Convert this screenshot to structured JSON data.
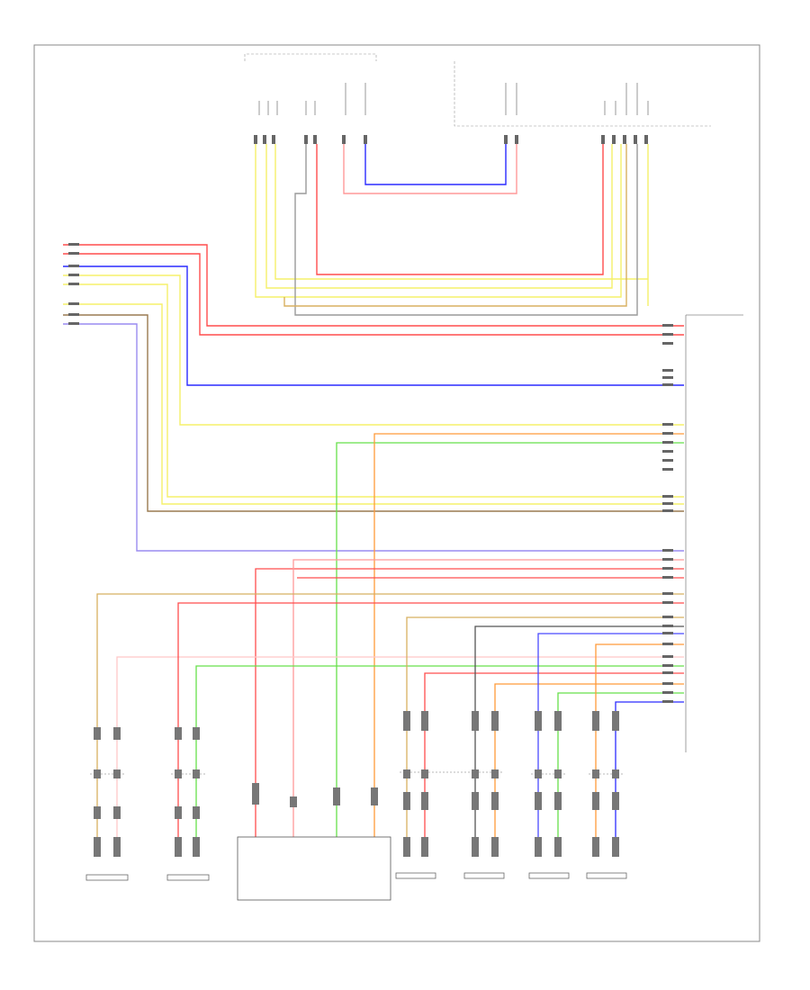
{
  "diagram": {
    "footer_code": "",
    "top_connector_label": "",
    "module_label": "",
    "speakers": [
      {
        "id": "rdr-rear",
        "label": ""
      },
      {
        "id": "lf-rear",
        "label": ""
      },
      {
        "id": "subwoofer",
        "label": ""
      },
      {
        "id": "rf-front",
        "label": ""
      },
      {
        "id": "lf-front",
        "label": ""
      },
      {
        "id": "pass-door",
        "label": ""
      },
      {
        "id": "driver-door",
        "label": ""
      }
    ],
    "wire_colors": {
      "red": "#ff4d4d",
      "pink": "#ff9999",
      "yellow": "#f5f06a",
      "blue": "#2b2bff",
      "violet": "#9a8cf0",
      "green": "#66e04a",
      "orange": "#ff9a3a",
      "tan": "#d8b060",
      "brown": "#9a7a50",
      "gray": "#9a9a9a",
      "black": "#333333"
    }
  }
}
